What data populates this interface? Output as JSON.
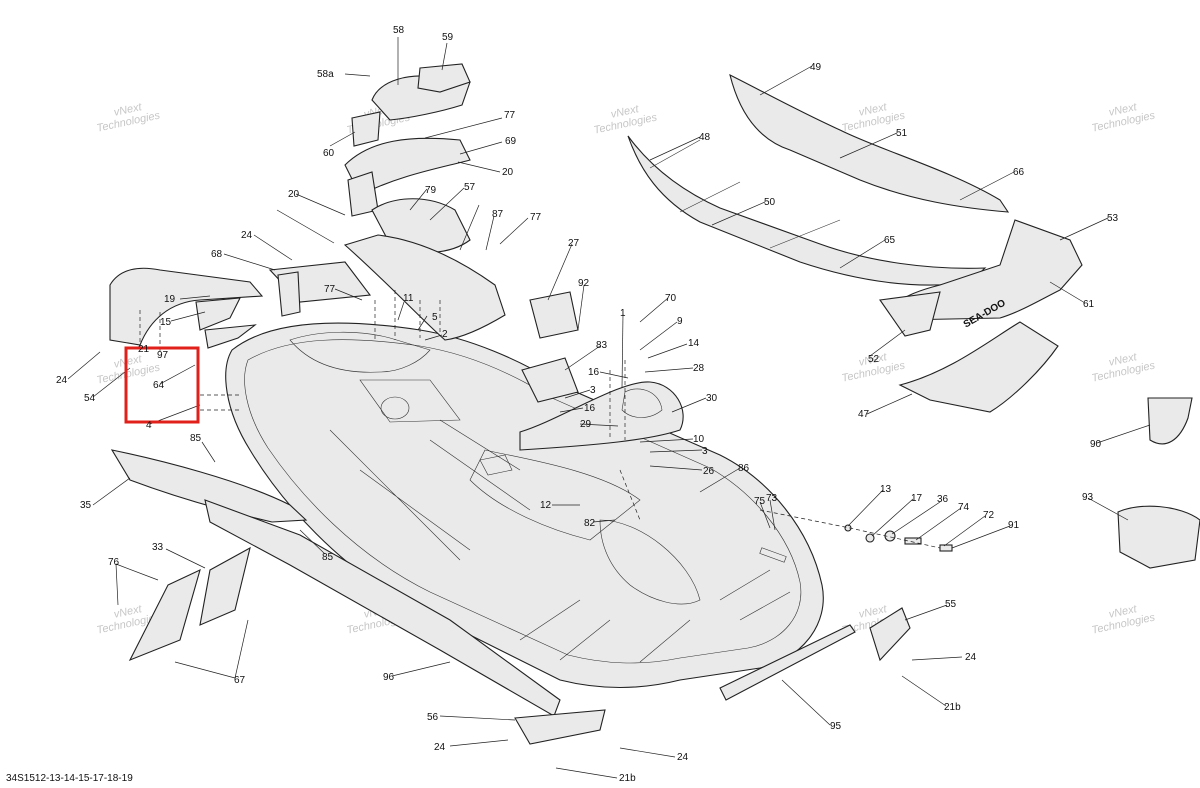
{
  "diagram": {
    "footer_code": "34S1512-13-14-15-17-18-19",
    "watermark_line1": "vNext",
    "watermark_line2": "Technologies",
    "highlight_color": "#e1201b",
    "callouts": [
      "58",
      "59",
      "58a",
      "77",
      "60",
      "69",
      "20",
      "79",
      "57",
      "87",
      "20",
      "77",
      "24",
      "68",
      "77",
      "19",
      "15",
      "11",
      "5",
      "2",
      "64",
      "97",
      "4",
      "24",
      "54",
      "85",
      "35",
      "33",
      "76",
      "85",
      "67",
      "96",
      "56",
      "24",
      "24",
      "21b",
      "27",
      "92",
      "70",
      "9",
      "14",
      "83",
      "1",
      "16",
      "28",
      "3",
      "30",
      "16",
      "29",
      "10",
      "3",
      "26",
      "86",
      "12",
      "82",
      "75",
      "73",
      "49",
      "48",
      "51",
      "66",
      "50",
      "65",
      "53",
      "52",
      "61",
      "47",
      "90",
      "93",
      "13",
      "17",
      "36",
      "74",
      "72",
      "91",
      "55",
      "24",
      "21b",
      "95",
      "21"
    ],
    "brand_mark": "SEA-DOO"
  }
}
